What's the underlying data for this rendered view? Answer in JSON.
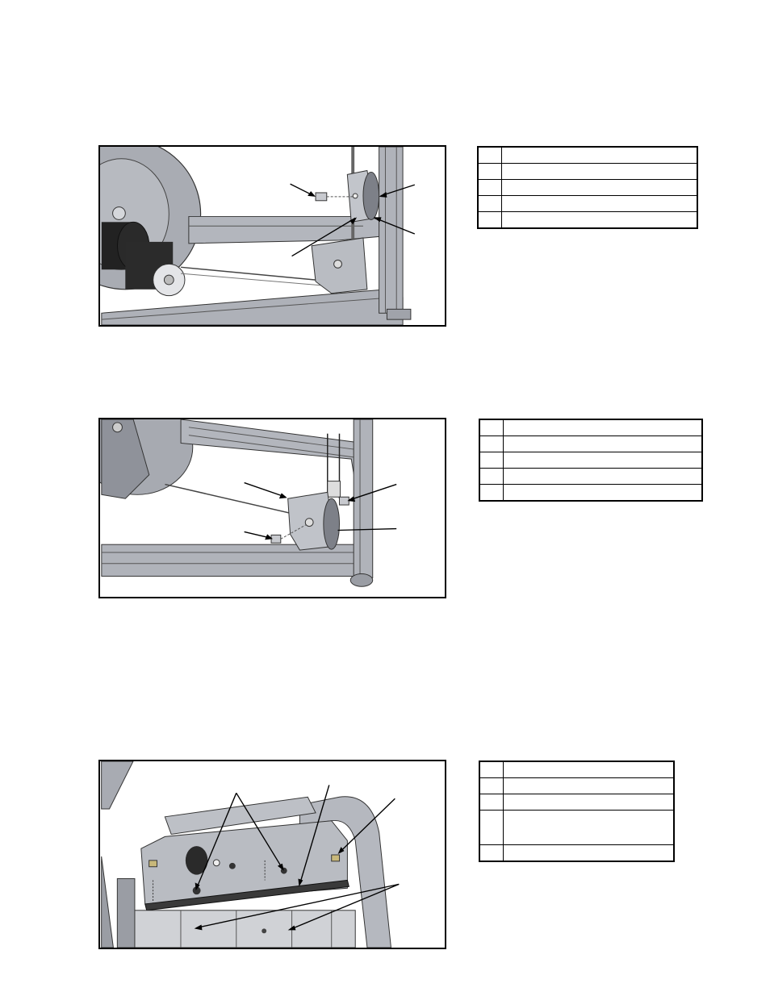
{
  "figures": [
    {
      "id": "figure-1",
      "description_icon": "pulley-assembly-illustration"
    },
    {
      "id": "figure-2",
      "description_icon": "lower-pulley-illustration"
    },
    {
      "id": "figure-3",
      "description_icon": "weight-stack-top-plate-illustration"
    }
  ],
  "tables": [
    {
      "rows": [
        {
          "num": "",
          "text": ""
        },
        {
          "num": "",
          "text": ""
        },
        {
          "num": "",
          "text": ""
        },
        {
          "num": "",
          "text": ""
        },
        {
          "num": "",
          "text": ""
        }
      ]
    },
    {
      "rows": [
        {
          "num": "",
          "text": ""
        },
        {
          "num": "",
          "text": ""
        },
        {
          "num": "",
          "text": ""
        },
        {
          "num": "",
          "text": ""
        },
        {
          "num": "",
          "text": ""
        }
      ]
    },
    {
      "rows": [
        {
          "num": "",
          "text": ""
        },
        {
          "num": "",
          "text": ""
        },
        {
          "num": "",
          "text": ""
        },
        {
          "num": "",
          "text": ""
        },
        {
          "num": "",
          "text": ""
        }
      ]
    }
  ]
}
